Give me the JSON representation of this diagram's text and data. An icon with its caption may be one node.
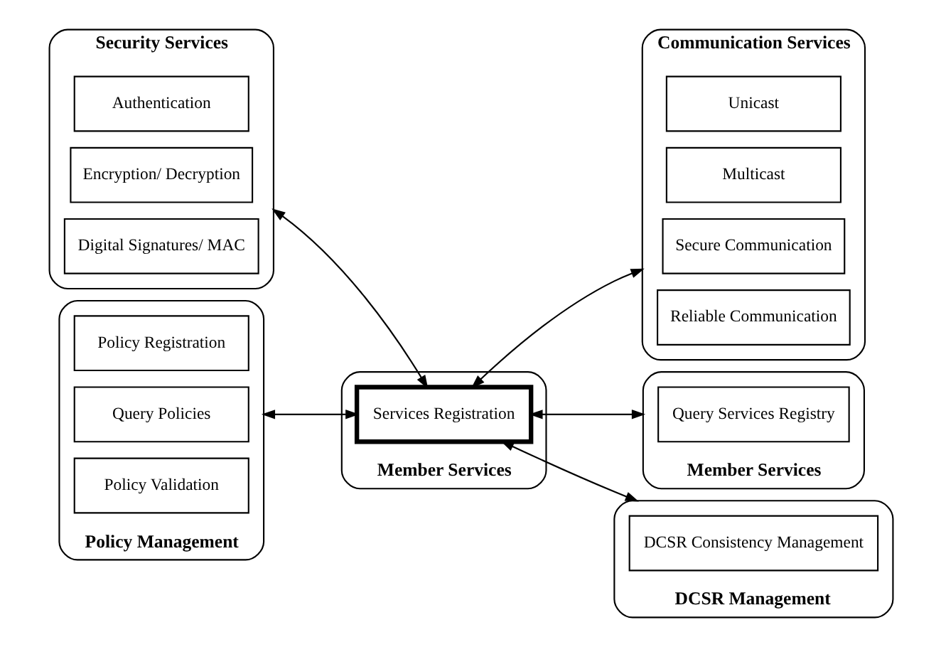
{
  "diagram": {
    "nodes": [
      {
        "text": [
          "Security Services"
        ]
      },
      {
        "text": [
          "Authentication"
        ],
        "in": 0
      },
      {
        "text": [
          "Encryption/ Decryption"
        ],
        "in": 0
      },
      {
        "text": [
          "Digital Signatures/ MAC"
        ],
        "in": 0
      },
      {
        "text": [
          "Policy Management"
        ]
      },
      {
        "text": [
          "Policy Registration"
        ],
        "in": 4
      },
      {
        "text": [
          "Query Policies"
        ],
        "in": 4
      },
      {
        "text": [
          "Policy Validation"
        ],
        "in": 4
      },
      {
        "text": [
          "Member Services"
        ]
      },
      {
        "text": [
          "Services Registration"
        ],
        "in": 8
      },
      {
        "text": [
          "Communication Services"
        ]
      },
      {
        "text": [
          "Unicast"
        ],
        "in": 10
      },
      {
        "text": [
          "Multicast"
        ],
        "in": 10
      },
      {
        "text": [
          "Secure Communication"
        ],
        "in": 10
      },
      {
        "text": [
          "Reliable Communication"
        ],
        "in": 10
      },
      {
        "text": [
          "Member Services"
        ]
      },
      {
        "text": [
          "Query Services Registry"
        ],
        "in": 15
      },
      {
        "text": [
          "DCSR Management"
        ]
      },
      {
        "text": [
          "DCSR Consistency Management"
        ],
        "in": 17
      }
    ],
    "edges": [
      {
        "from": 0,
        "to": 9,
        "arrow": "both"
      },
      {
        "from": 4,
        "to": 9,
        "arrow": "both"
      },
      {
        "from": 9,
        "to": 10,
        "arrow": "both"
      },
      {
        "from": 9,
        "to": 15,
        "arrow": "both"
      },
      {
        "from": 9,
        "to": 17,
        "arrow": "both"
      }
    ]
  }
}
